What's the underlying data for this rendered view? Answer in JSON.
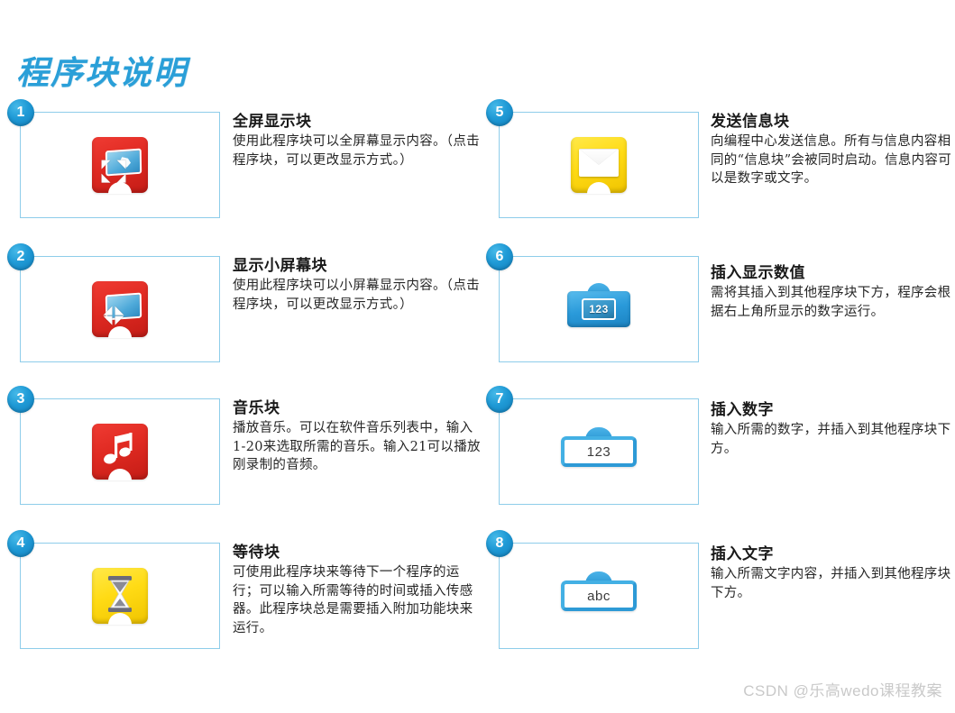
{
  "title": "程序块说明",
  "watermark": "CSDN @乐高wedo课程教案",
  "colors": {
    "title_blue": "#2a9fd8",
    "frame_blue": "#8ecdea",
    "badge_blue": "#1f9ad6",
    "block_red": "#e02a22",
    "block_yellow": "#ffdb15",
    "block_blue": "#2a9ada",
    "watermark_gray": "#c9c9c9"
  },
  "entries": [
    {
      "number": "1",
      "title": "全屏显示块",
      "desc": "使用此程序块可以全屏幕显示内容。（点击程序块，可以更改显示方式。）",
      "icon": "fullscreen-display-block-icon",
      "icon_color": "#e02a22"
    },
    {
      "number": "2",
      "title": "显示小屏幕块",
      "desc": "使用此程序块可以小屏幕显示内容。（点击程序块，可以更改显示方式。）",
      "icon": "small-screen-display-block-icon",
      "icon_color": "#e02a22"
    },
    {
      "number": "3",
      "title": "音乐块",
      "desc": "播放音乐。可以在软件音乐列表中，输入1-20来选取所需的音乐。输入21可以播放刚录制的音频。",
      "icon": "music-note-block-icon",
      "icon_color": "#e02a22"
    },
    {
      "number": "4",
      "title": "等待块",
      "desc": "可使用此程序块来等待下一个程序的运行；可以输入所需等待的时间或插入传感器。此程序块总是需要插入附加功能块来运行。",
      "icon": "hourglass-wait-block-icon",
      "icon_color": "#ffdb15"
    },
    {
      "number": "5",
      "title": "发送信息块",
      "desc": "向编程中心发送信息。所有与信息内容相同的“信息块”会被同时启动。信息内容可以是数字或文字。",
      "icon": "envelope-message-block-icon",
      "icon_color": "#ffdb15"
    },
    {
      "number": "6",
      "title": "插入显示数值",
      "desc": "需将其插入到其他程序块下方，程序会根据右上角所显示的数字运行。",
      "icon": "display-value-block-icon",
      "icon_color": "#2a9ada",
      "icon_text": "123"
    },
    {
      "number": "7",
      "title": "插入数字",
      "desc": "输入所需的数字，并插入到其他程序块下方。",
      "icon": "number-input-block-icon",
      "icon_color": "#2a9ada",
      "icon_text": "123"
    },
    {
      "number": "8",
      "title": "插入文字",
      "desc": "输入所需文字内容，并插入到其他程序块下方。",
      "icon": "text-input-block-icon",
      "icon_color": "#2a9ada",
      "icon_text": "abc"
    }
  ]
}
